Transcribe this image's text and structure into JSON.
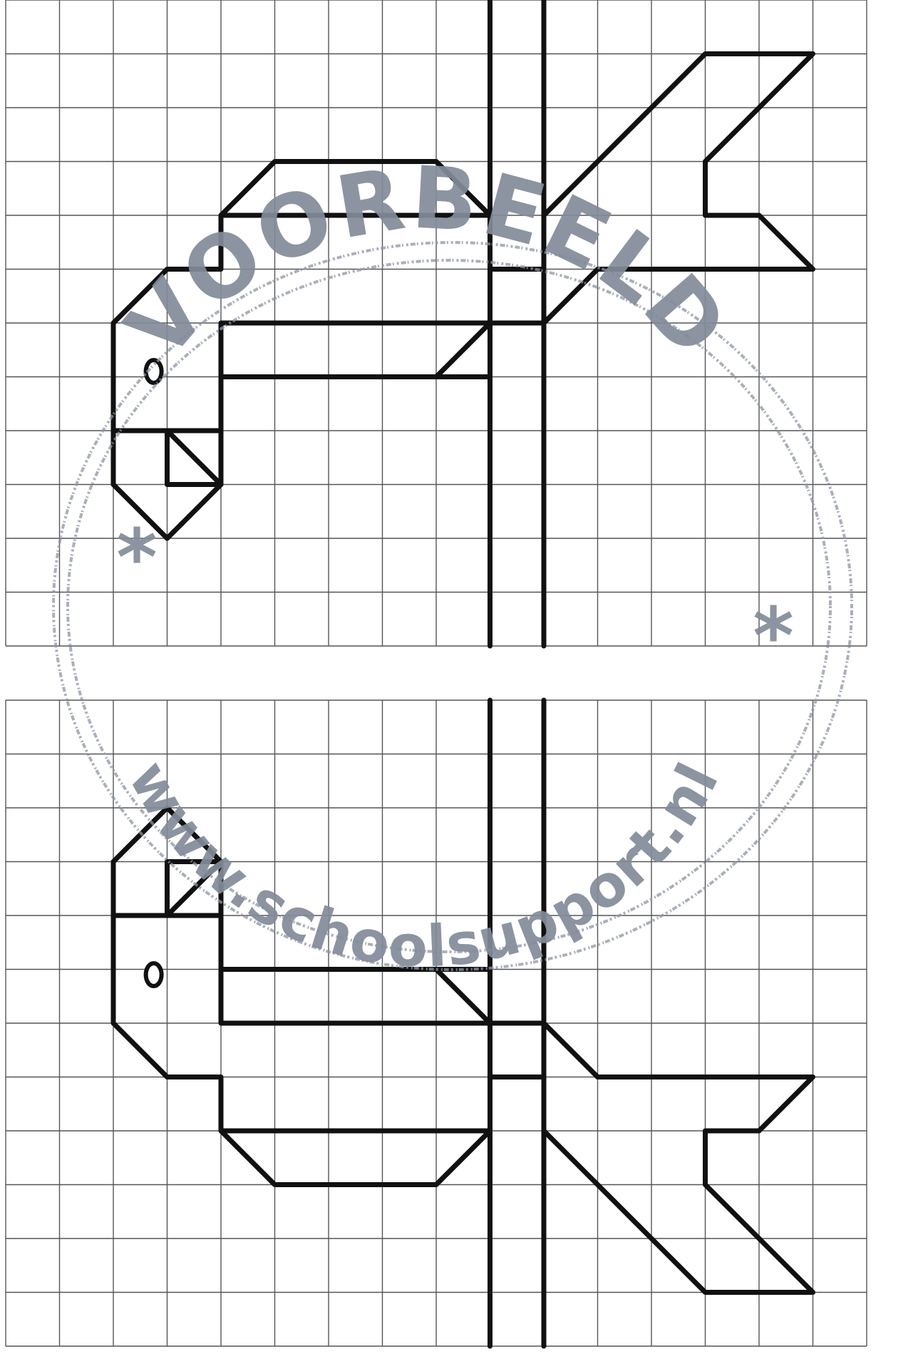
{
  "colors": {
    "background": "#ffffff",
    "grid": "#555555",
    "figure": "#111111",
    "watermark": "#838b9a"
  },
  "grid": {
    "panels": [
      {
        "name": "top",
        "cols": 16,
        "rows": 12
      },
      {
        "name": "bottom",
        "cols": 16,
        "rows": 12
      }
    ]
  },
  "figures": [
    {
      "name": "bird-figure",
      "description": "original"
    },
    {
      "name": "bird-figure-mirrored",
      "description": "reflection across the horizontal axis"
    }
  ],
  "watermark": {
    "top_text": "VOORBEELD",
    "bottom_text": "www.schoolsupport.nl",
    "star": "*"
  }
}
